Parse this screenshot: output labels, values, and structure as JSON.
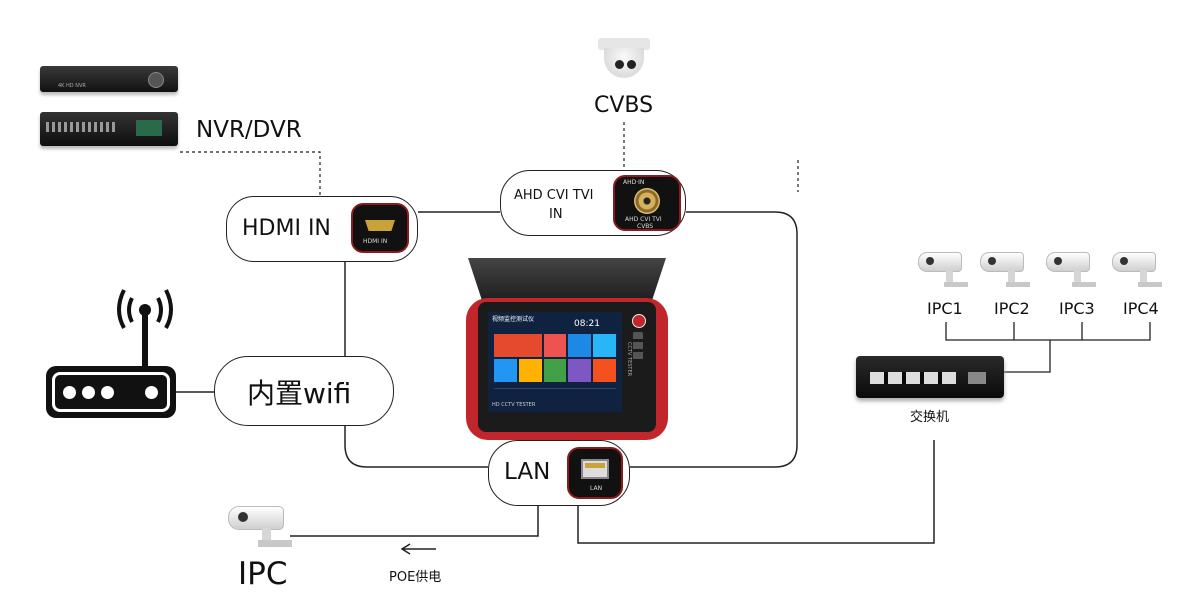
{
  "devices": {
    "nvr_label": "NVR/DVR",
    "nvr_top_caption": "4K HD NVR",
    "cvbs_label": "CVBS",
    "ipc_label": "IPC",
    "poe_label": "POE供电",
    "switch_label": "交换机",
    "ipc_cameras": [
      "IPC1",
      "IPC2",
      "IPC3",
      "IPC4"
    ]
  },
  "interfaces": {
    "hdmi_in": "HDMI IN",
    "hdmi_port_caption": "HDMI IN",
    "analog_line1": "AHD CVI TVI",
    "analog_line2": "IN",
    "bnc_top_caption": "AHD·IN",
    "bnc_bottom_caption": "AHD CVI TVI",
    "bnc_bottom_caption2": "CVBS",
    "wifi": "内置wifi",
    "lan": "LAN",
    "lan_port_caption": "LAN"
  },
  "tester": {
    "screen_title": "视频监控测试仪",
    "clock": "08:21",
    "brand_side": "CCTV TESTER",
    "footer": "HD CCTV TESTER"
  },
  "colors": {
    "line": "#222222",
    "tester_red": "#c0262b",
    "port_ring": "#8b1a1a"
  }
}
